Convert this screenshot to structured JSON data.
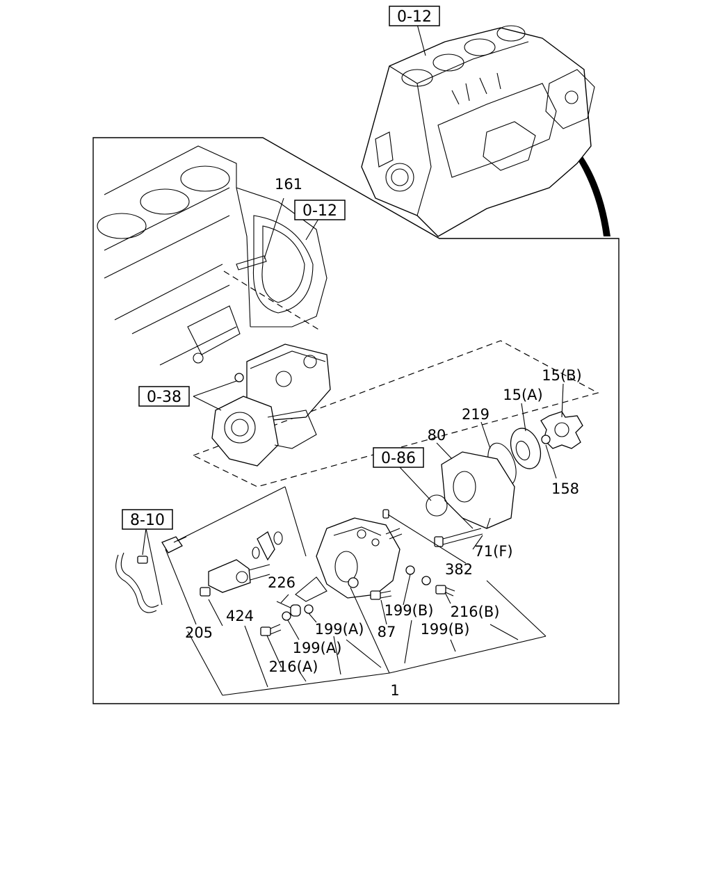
{
  "callouts": {
    "p161": "161",
    "p15b": "15(B)",
    "p15a": "15(A)",
    "p219": "219",
    "p80": "80",
    "p158": "158",
    "p71f": "71(F)",
    "p382": "382",
    "p226": "226",
    "p424": "424",
    "p205": "205",
    "p199b_1": "199(B)",
    "p216b": "216(B)",
    "p87": "87",
    "p199a_1": "199(A)",
    "p199b_2": "199(B)",
    "p199a_2": "199(A)",
    "p216a": "216(A)",
    "p1": "1"
  },
  "refs": {
    "r012_top": "0-12",
    "r012_mid": "0-12",
    "r038": "0-38",
    "r086": "0-86",
    "r810": "8-10"
  }
}
